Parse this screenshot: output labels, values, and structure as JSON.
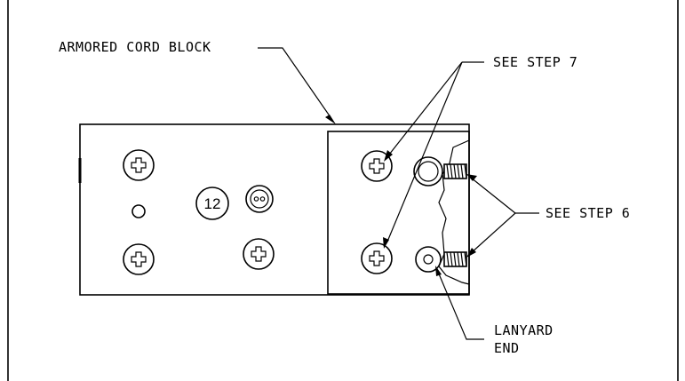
{
  "labels": {
    "armored_cord_block": "ARMORED CORD BLOCK",
    "see_step_7": "SEE STEP 7",
    "see_step_6": "SEE STEP 6",
    "lanyard_line1": "LANYARD",
    "lanyard_line2": "END",
    "item_number": "12"
  },
  "colors": {
    "ink": "#000000",
    "paper": "#ffffff"
  }
}
